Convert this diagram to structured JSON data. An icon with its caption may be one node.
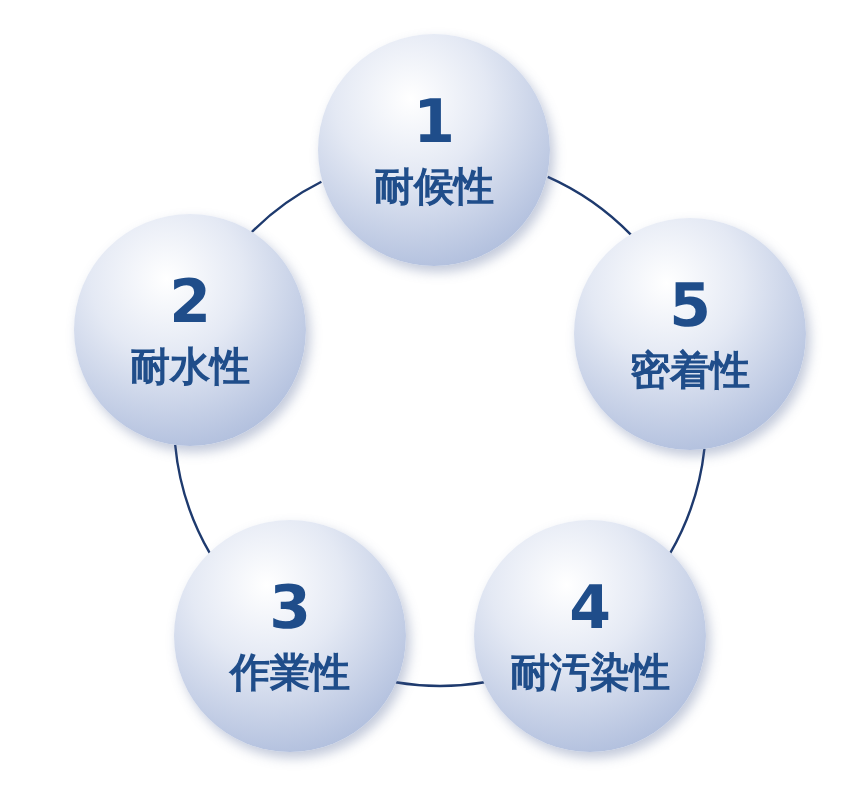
{
  "diagram": {
    "nodes": [
      {
        "text": [
          "1",
          "耐候性"
        ]
      },
      {
        "text": [
          "2",
          "耐水性"
        ]
      },
      {
        "text": [
          "5",
          "密着性"
        ]
      },
      {
        "text": [
          "3",
          "作業性"
        ]
      },
      {
        "text": [
          "4",
          "耐汚染性"
        ]
      }
    ],
    "edges": [
      {
        "from": 0,
        "to": 1,
        "arrow": "none"
      },
      {
        "from": 1,
        "to": 3,
        "arrow": "none"
      },
      {
        "from": 3,
        "to": 4,
        "arrow": "none"
      },
      {
        "from": 4,
        "to": 2,
        "arrow": "none"
      },
      {
        "from": 2,
        "to": 0,
        "arrow": "none"
      }
    ]
  }
}
